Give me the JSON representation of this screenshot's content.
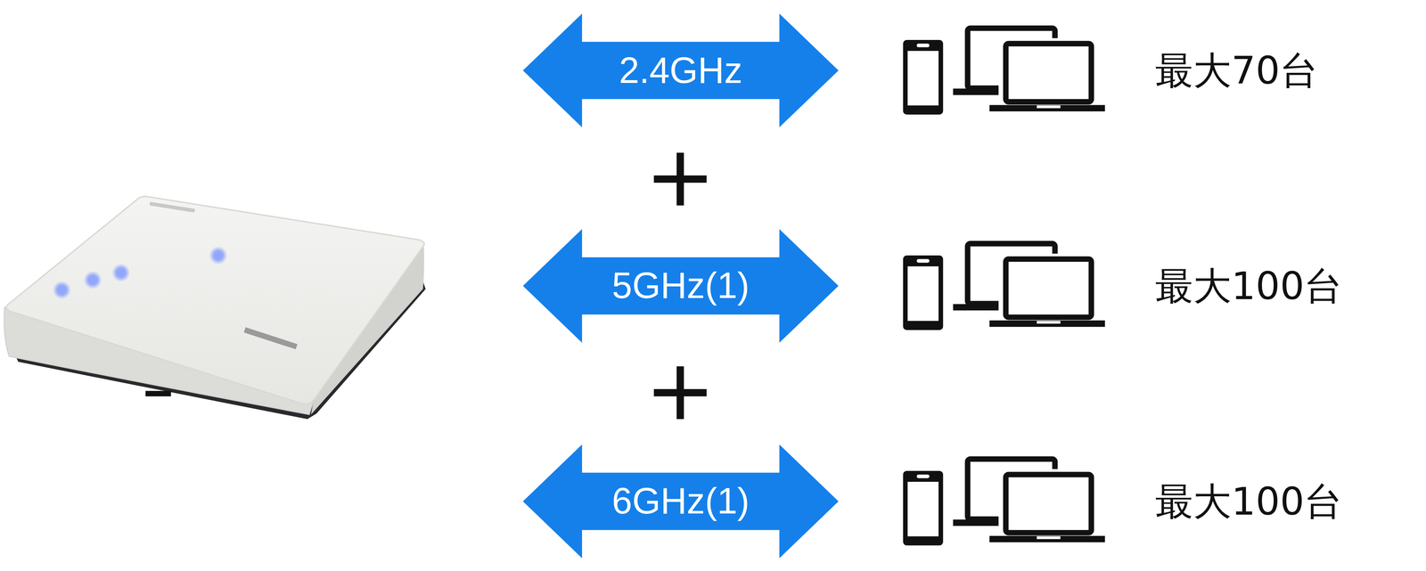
{
  "diagram": {
    "nodes": [
      {
        "text": [
          "2.4GHz"
        ]
      },
      {
        "text": [
          "5GHz(1)"
        ]
      },
      {
        "text": [
          "6GHz(1)"
        ]
      }
    ],
    "labels": [
      "最大70台",
      "最大100台",
      "最大100台"
    ]
  }
}
